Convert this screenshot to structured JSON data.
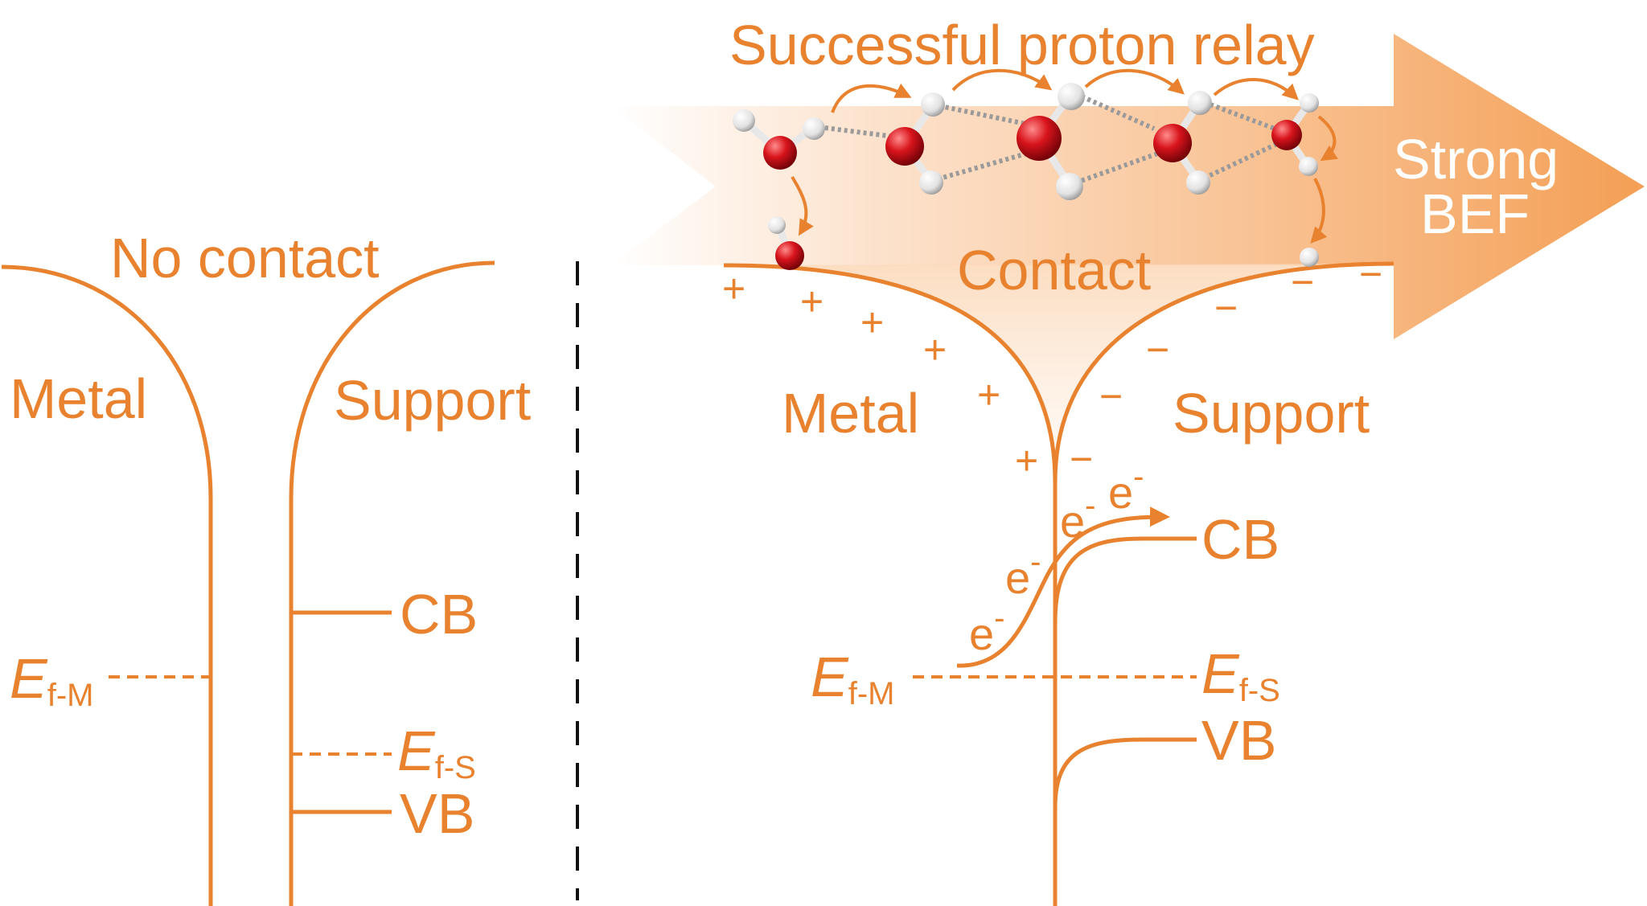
{
  "colors": {
    "accent": "#e8822e",
    "divider": "#111111",
    "oxygen": "#d8141c",
    "hydrogen": "#f0f0f0"
  },
  "left_panel": {
    "title": "No contact",
    "metal_label": "Metal",
    "support_label": "Support",
    "cb_label": "CB",
    "vb_label": "VB",
    "ef_metal": {
      "symbol": "E",
      "sub": "f-M"
    },
    "ef_support": {
      "symbol": "E",
      "sub": "f-S"
    }
  },
  "right_panel": {
    "relay_title": "Successful proton relay",
    "arrow_label_line1": "Strong",
    "arrow_label_line2": "BEF",
    "contact_label": "Contact",
    "metal_label": "Metal",
    "support_label": "Support",
    "cb_label": "CB",
    "vb_label": "VB",
    "ef_metal": {
      "symbol": "E",
      "sub": "f-M"
    },
    "ef_support": {
      "symbol": "E",
      "sub": "f-S"
    },
    "plus_sign": "+",
    "minus_sign": "−",
    "electron": {
      "symbol": "e",
      "sup": "-"
    }
  }
}
